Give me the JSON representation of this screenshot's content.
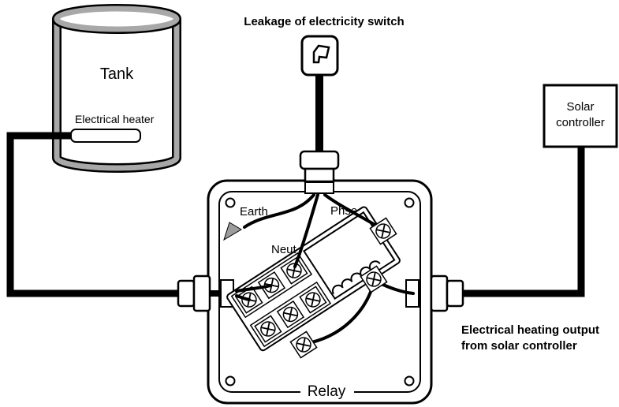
{
  "labels": {
    "tank": "Tank",
    "electrical_heater": "Electrical heater",
    "leakage_switch": "Leakage of electricity switch",
    "solar_line1": "Solar",
    "solar_line2": "controller",
    "earth": "Earth",
    "phase": "Phse",
    "neutral": "Neut",
    "relay": "Relay",
    "output_line1": "Electrical heating output",
    "output_line2": "from solar controller"
  },
  "colors": {
    "wire": "#000000",
    "tank_gray": "#a8a8a8",
    "earth_arrow": "#9c9c9c",
    "background": "#ffffff"
  }
}
